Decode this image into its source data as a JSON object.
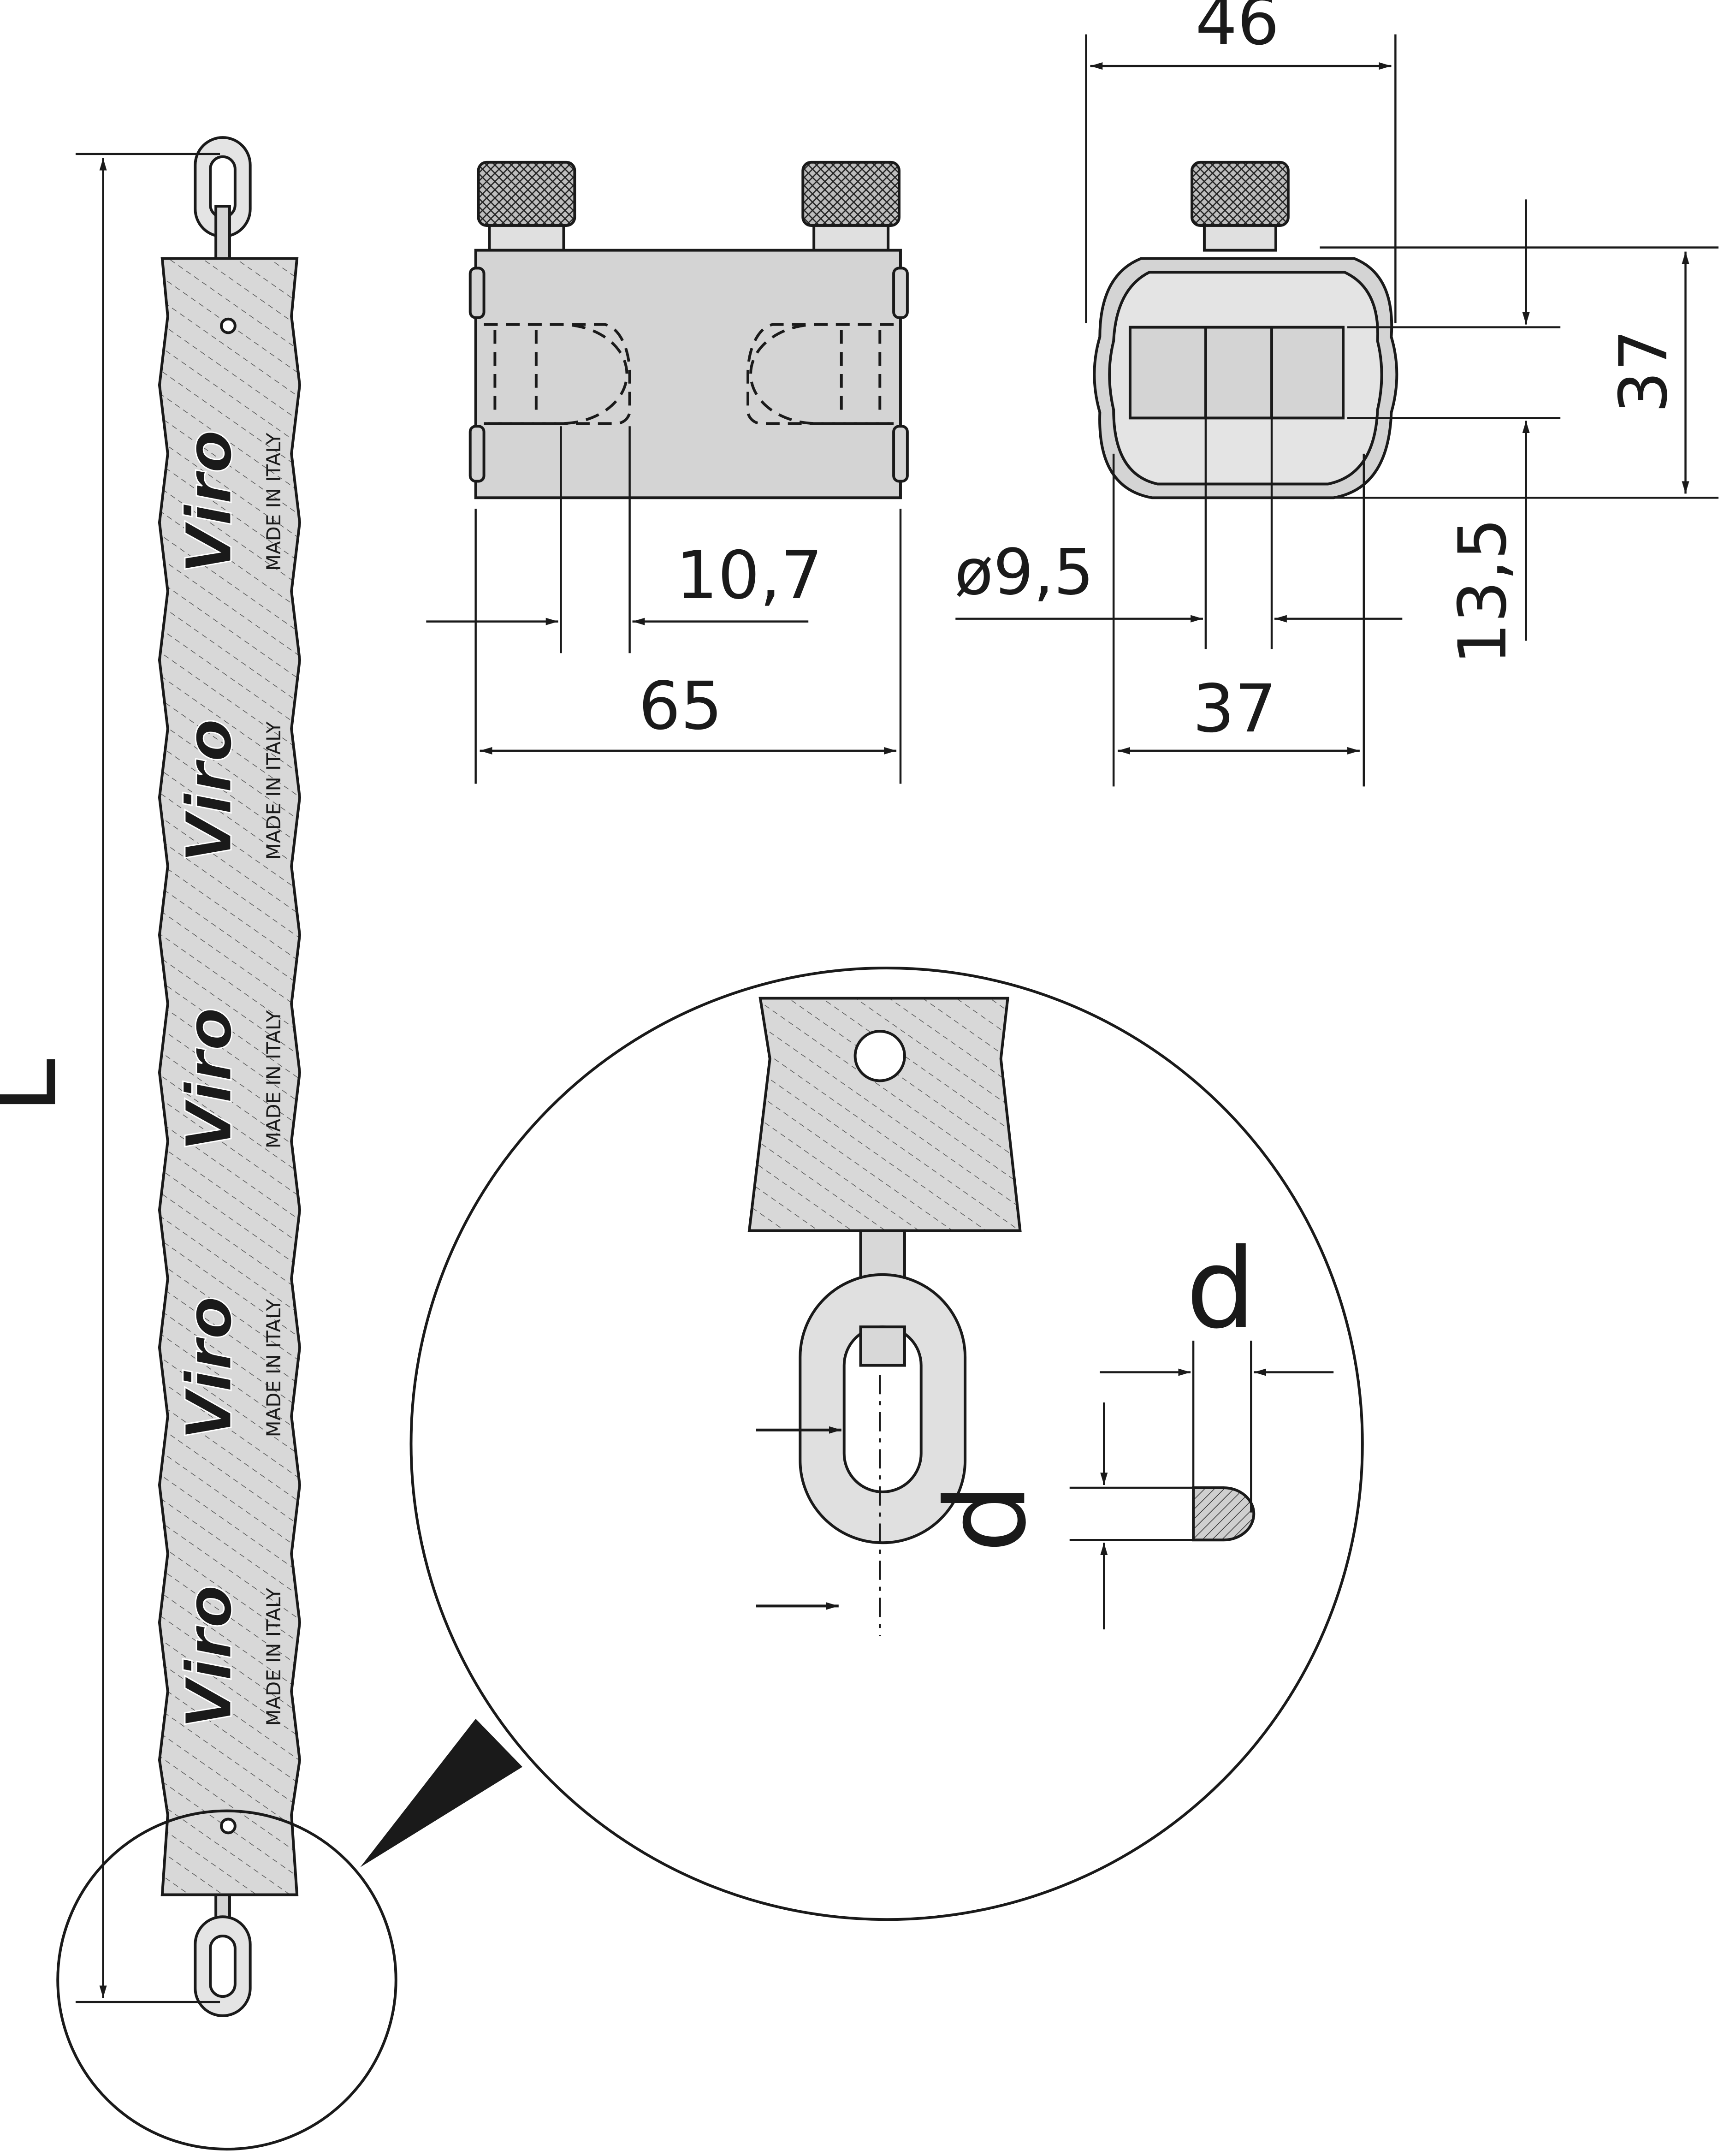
{
  "colors": {
    "line": "#1a1a1a",
    "fill_grey": "#d4d4d4",
    "fill_light": "#e8e8e8",
    "hatch": "#5a5a5a",
    "background": "#ffffff"
  },
  "dimensions": {
    "length": "L",
    "width_65": "65",
    "slot_10_7": "10,7",
    "top_46": "46",
    "height_37_right": "37",
    "diameter": "ø9,5",
    "bottom_37": "37",
    "height_13_5": "13,5"
  },
  "detail": {
    "link_d_vertical": "d",
    "link_d_horizontal": "d"
  },
  "sleeve": {
    "logo": "Viro",
    "made_in": "MADE IN ITALY"
  }
}
